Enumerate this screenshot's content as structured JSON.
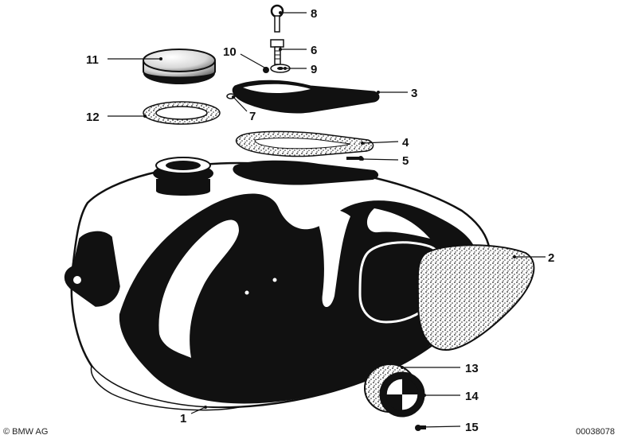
{
  "callouts": [
    {
      "id": "1",
      "label": "1"
    },
    {
      "id": "2",
      "label": "2"
    },
    {
      "id": "3",
      "label": "3"
    },
    {
      "id": "4",
      "label": "4"
    },
    {
      "id": "5",
      "label": "5"
    },
    {
      "id": "6",
      "label": "6"
    },
    {
      "id": "7",
      "label": "7"
    },
    {
      "id": "8",
      "label": "8"
    },
    {
      "id": "9",
      "label": "9"
    },
    {
      "id": "10",
      "label": "10"
    },
    {
      "id": "11",
      "label": "11"
    },
    {
      "id": "12",
      "label": "12"
    },
    {
      "id": "13",
      "label": "13"
    },
    {
      "id": "14",
      "label": "14"
    },
    {
      "id": "15",
      "label": "15"
    }
  ],
  "footer": {
    "brand": "© BMW AG",
    "diagram_number": "00038078"
  },
  "colors": {
    "ink": "#111111",
    "paper": "#ffffff"
  }
}
